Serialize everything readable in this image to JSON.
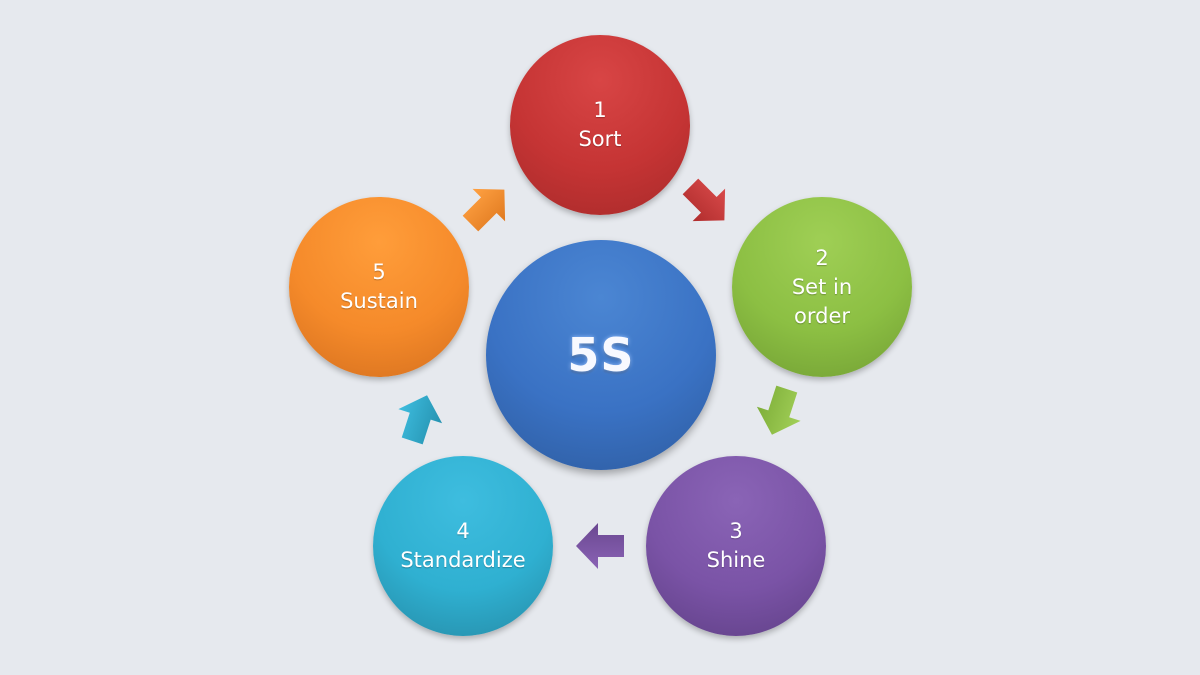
{
  "center": {
    "title": "5S",
    "color": "#3a72c4"
  },
  "steps": [
    {
      "number": "1",
      "label": "Sort",
      "color": "#c53434"
    },
    {
      "number": "2",
      "label": "Set in\norder",
      "color": "#8cbf43"
    },
    {
      "number": "3",
      "label": "Shine",
      "color": "#7a53a6"
    },
    {
      "number": "4",
      "label": "Standardize",
      "color": "#2fb0d1"
    },
    {
      "number": "5",
      "label": "Sustain",
      "color": "#f58a2a"
    }
  ]
}
